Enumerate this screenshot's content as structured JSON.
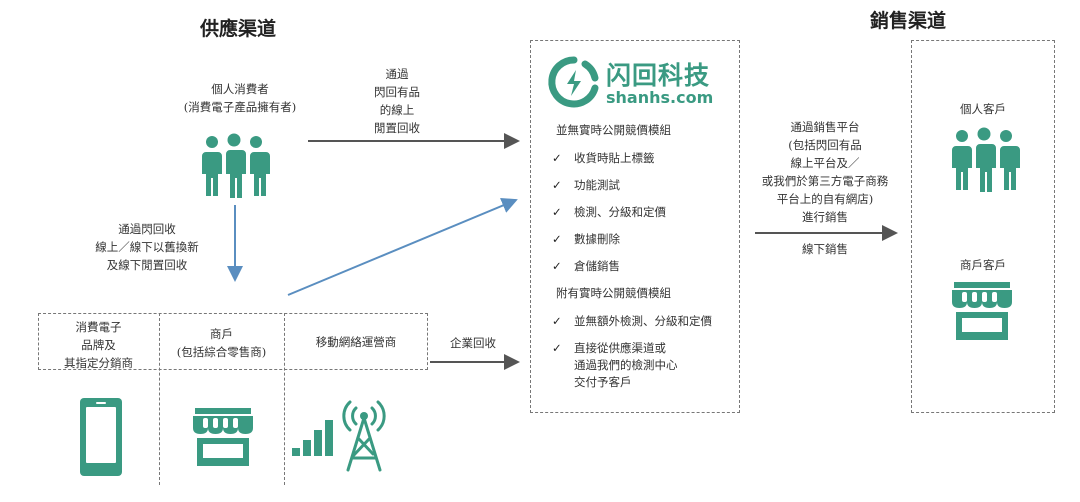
{
  "supply_title": "供應渠道",
  "sales_title": "銷售渠道",
  "individual_consumer": [
    "個人消費者",
    "(消費電子產品擁有者)"
  ],
  "arrow_top_label": [
    "通過",
    "閃回有品",
    "的線上",
    "閒置回收"
  ],
  "arrow_down_label": [
    "通過閃回收",
    "線上／線下以舊換新",
    "及線下閒置回收"
  ],
  "suppliers": [
    {
      "lines": [
        "消費電子",
        "品牌及",
        "其指定分銷商"
      ],
      "icon": "smartphone-icon"
    },
    {
      "lines": [
        "商戶",
        "(包括綜合零售商)"
      ],
      "icon": "storefront-icon"
    },
    {
      "lines": [
        "移動網絡運營商"
      ],
      "icon": "signal-tower-icon"
    }
  ],
  "enterprise_label": "企業回收",
  "logo": {
    "cn": "闪回科技",
    "en": "shanhs.com",
    "color": "#3a9a82"
  },
  "platform": {
    "group1_title": "並無實時公開競價模組",
    "group1_items": [
      "收貨時貼上標籤",
      "功能測試",
      "檢測、分級和定價",
      "數據刪除",
      "倉儲銷售"
    ],
    "group2_title": "附有實時公開競價模組",
    "group2_item1": "並無額外檢測、分級和定價",
    "group2_item2": [
      "直接從供應渠道或",
      "通過我們的檢測中心",
      "交付予客戶"
    ]
  },
  "sales_arrow_label": [
    "通過銷售平台",
    "(包括閃回有品",
    "線上平台及／",
    "或我們於第三方電子商務",
    "平台上的自有網店)",
    "進行銷售"
  ],
  "offline_label": "線下銷售",
  "customers": [
    "個人客戶",
    "商戶客戶"
  ],
  "colors": {
    "teal": "#3a9a82",
    "blue": "#5a8ec0",
    "arrow": "#555555"
  }
}
